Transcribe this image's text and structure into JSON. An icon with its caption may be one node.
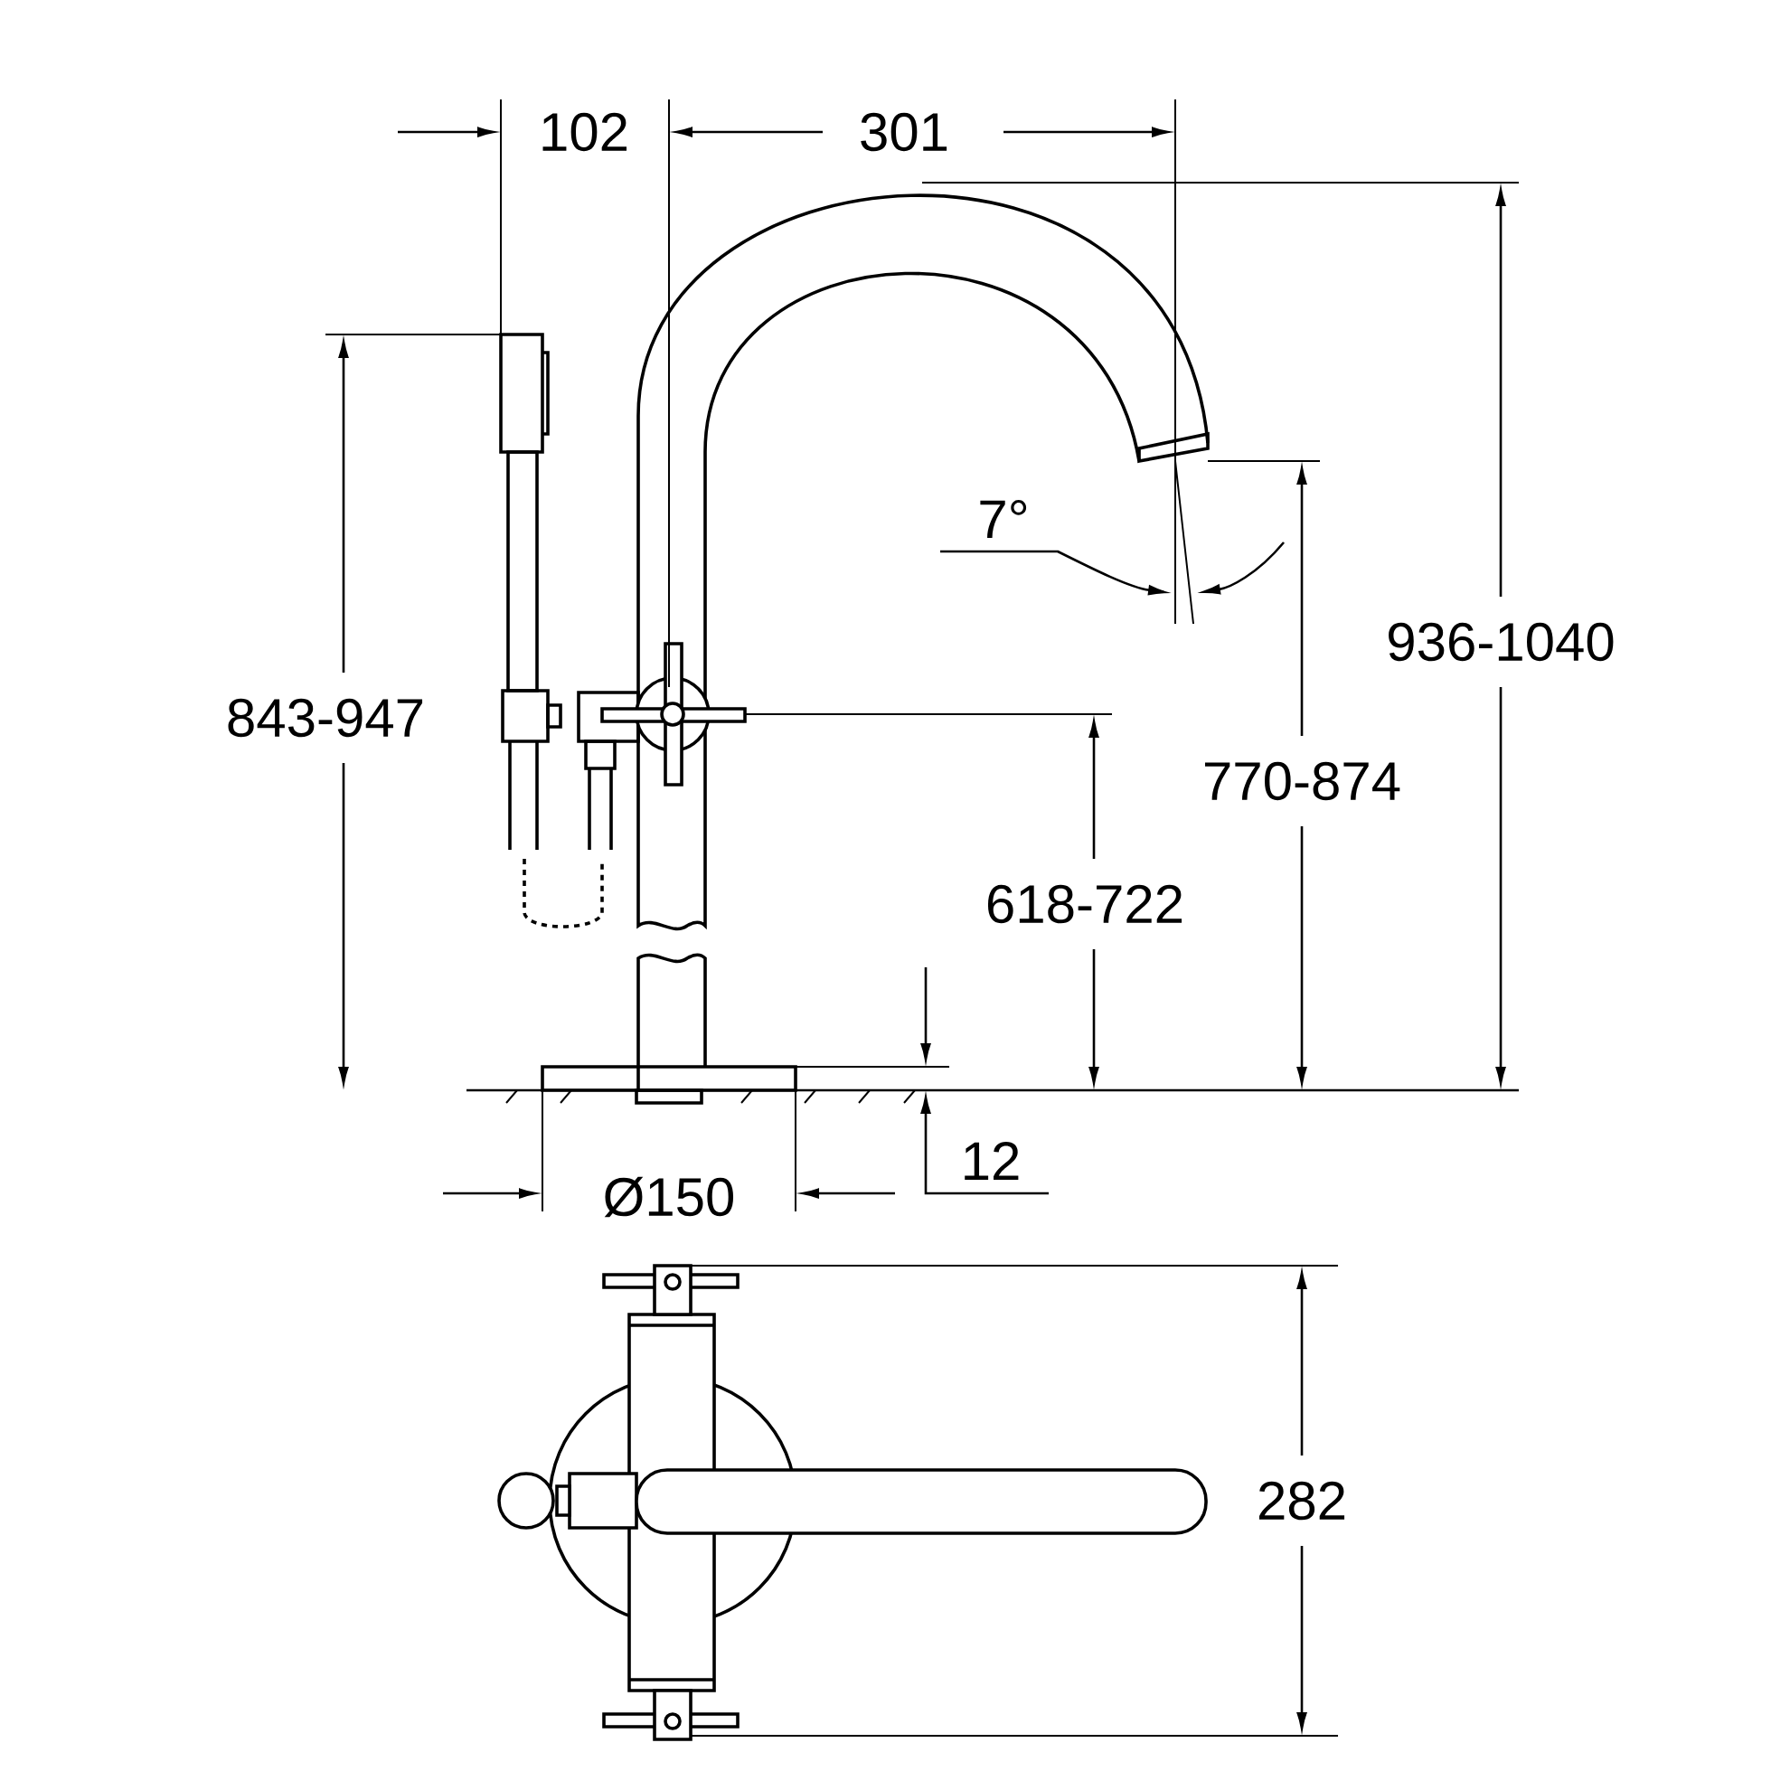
{
  "diagram": {
    "labels": [
      "102",
      "301",
      "843-947",
      "7°",
      "936-1040",
      "770-874",
      "618-722",
      "Ø150",
      "12",
      "282"
    ]
  }
}
